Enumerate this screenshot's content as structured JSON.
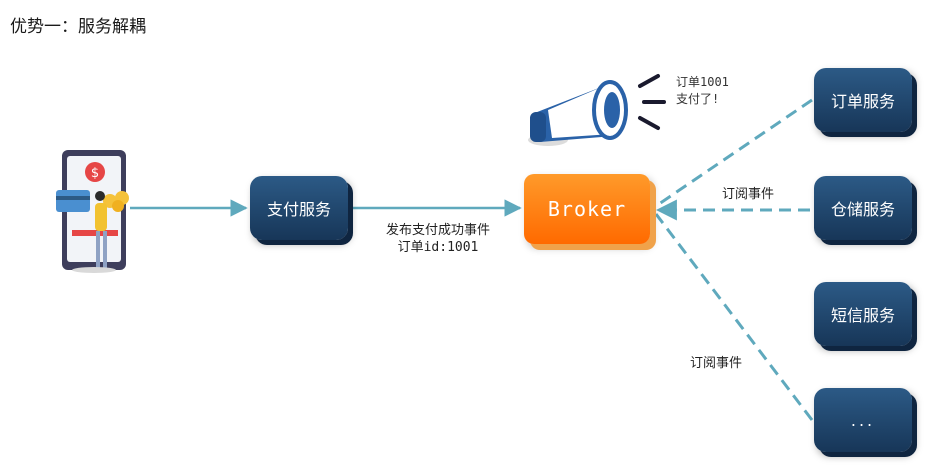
{
  "title": "优势一：服务解耦",
  "payment_service": "支付服务",
  "publish_label": {
    "line1": "发布支付成功事件",
    "line2": "订单id:1001"
  },
  "broker": "Broker",
  "announcement": {
    "line1": "订单1001",
    "line2": "支付了!"
  },
  "subscribe_label": "订阅事件",
  "consumers": [
    "订单服务",
    "仓储服务",
    "短信服务",
    "..."
  ],
  "icons": [
    "phone-payment-icon",
    "megaphone-icon"
  ],
  "colors": {
    "service_box": "#1f466e",
    "broker": "#ff7a0a",
    "connector": "#5fa9bd"
  }
}
